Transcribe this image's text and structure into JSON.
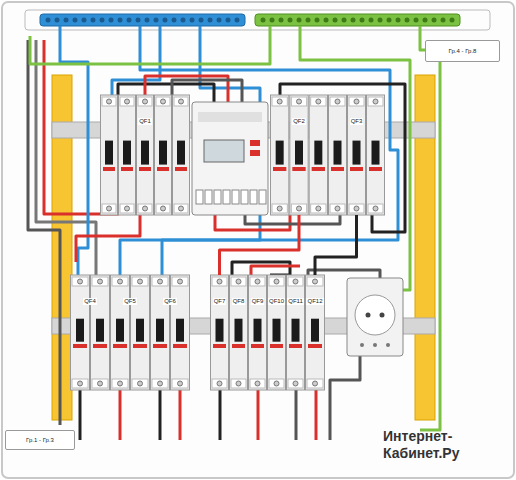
{
  "diagram": {
    "nodes": [
      {
        "text": [
          "QF1"
        ]
      },
      {
        "text": [
          "QF2"
        ]
      },
      {
        "text": [
          "QF3"
        ]
      },
      {
        "text": [
          "Гр.4 - Гр.8"
        ]
      },
      {
        "text": [
          "QF4"
        ]
      },
      {
        "text": [
          "QF5"
        ]
      },
      {
        "text": [
          "QF6"
        ]
      },
      {
        "text": [
          "QF7"
        ]
      },
      {
        "text": [
          "QF8"
        ]
      },
      {
        "text": [
          "QF9"
        ]
      },
      {
        "text": [
          "QF10"
        ]
      },
      {
        "text": [
          "QF11"
        ]
      },
      {
        "text": [
          "QF12"
        ]
      },
      {
        "text": [
          "Гр.1 - Гр.3"
        ]
      }
    ],
    "edges": [
      {
        "from": 1,
        "to": 7,
        "arrow": "none"
      },
      {
        "from": 2,
        "to": 12,
        "arrow": "none"
      }
    ],
    "labels": [
      "Интернет-Кабинет.Ру"
    ]
  }
}
